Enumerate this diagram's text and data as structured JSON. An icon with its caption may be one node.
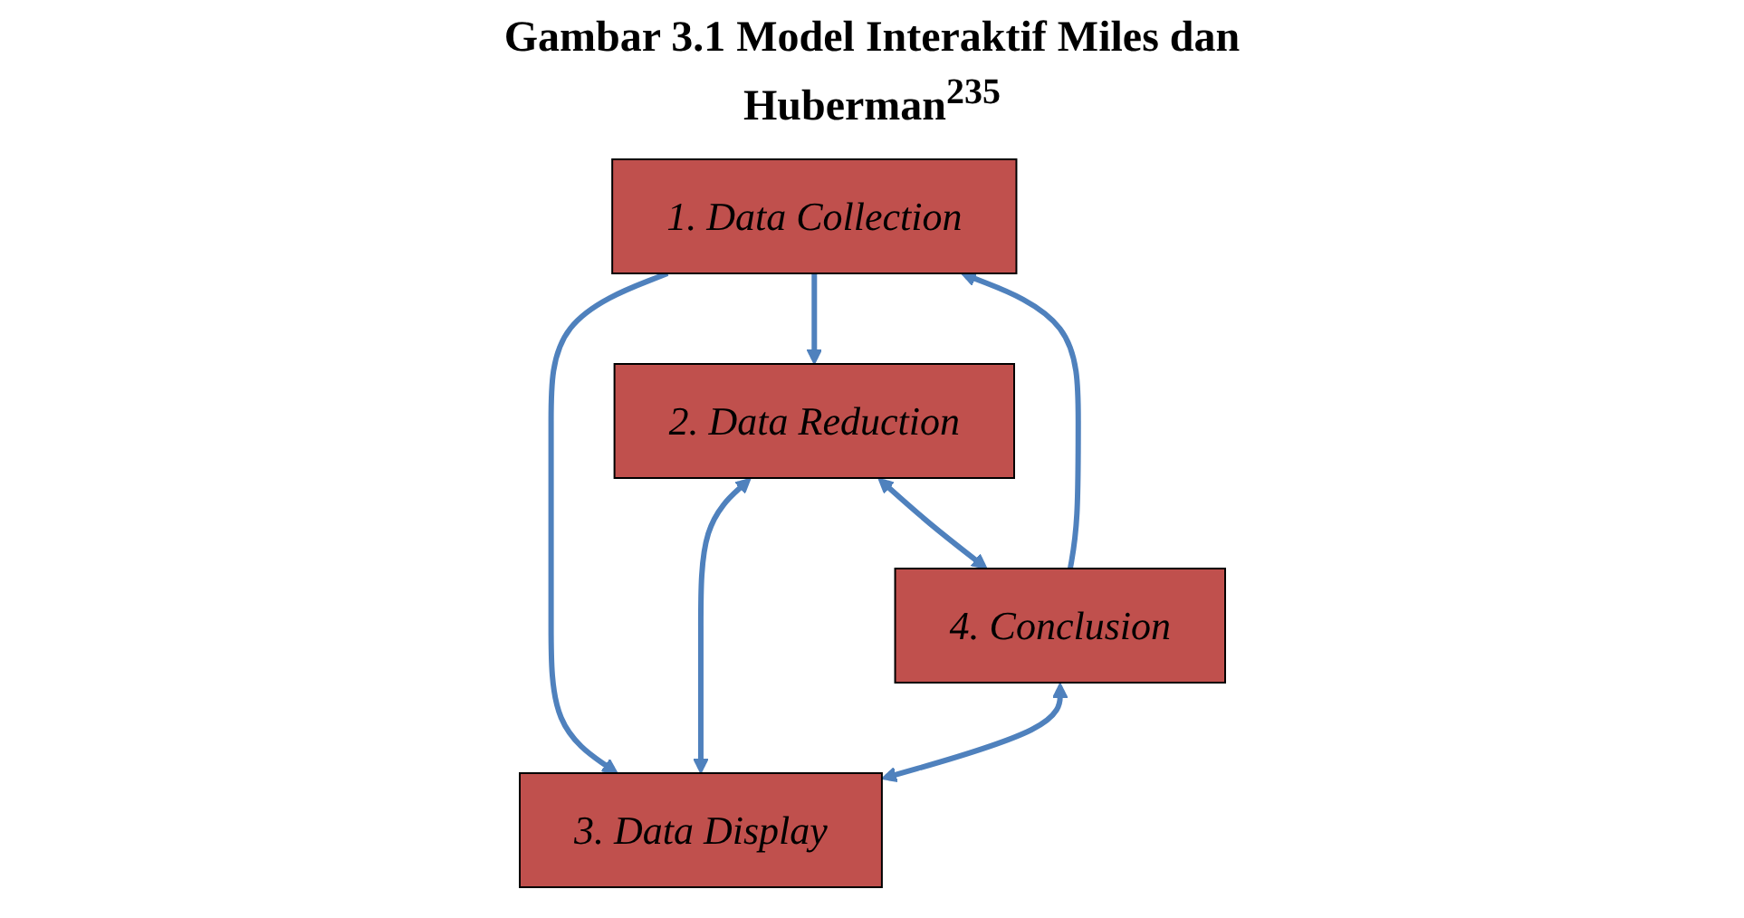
{
  "diagram": {
    "title": "Gambar 3.1 Model Interaktif Miles dan Huberman$^{235}$",
    "nodes": [
      {
        "text": [
          "1. Data Collection"
        ]
      },
      {
        "text": [
          "2. Data Reduction"
        ]
      },
      {
        "text": [
          "3. Data Display"
        ]
      },
      {
        "text": [
          "4. Conclusion"
        ]
      }
    ],
    "edges": [
      {
        "from": 0,
        "to": 1,
        "arrow": "to"
      },
      {
        "from": 0,
        "to": 2,
        "arrow": "to"
      },
      {
        "from": 1,
        "to": 2,
        "arrow": "both"
      },
      {
        "from": 1,
        "to": 3,
        "arrow": "both"
      },
      {
        "from": 3,
        "to": 2,
        "arrow": "both"
      },
      {
        "from": 3,
        "to": 0,
        "arrow": "to"
      }
    ]
  }
}
